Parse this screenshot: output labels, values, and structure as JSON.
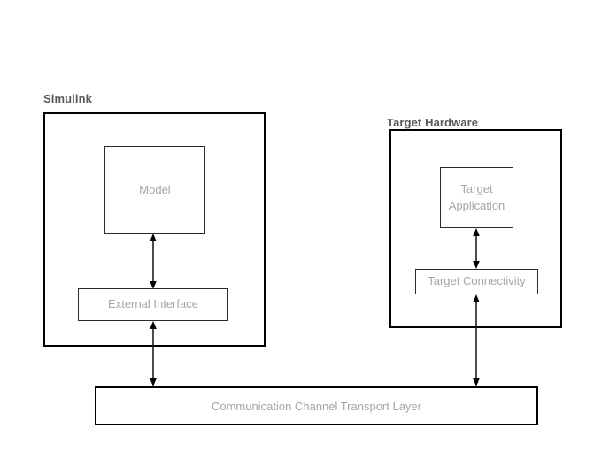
{
  "diagram": {
    "title_groups": [
      {
        "id": "simulink",
        "label": "Simulink"
      },
      {
        "id": "target_hardware",
        "label": "Target Hardware"
      }
    ],
    "blocks": {
      "model": {
        "label": "Model"
      },
      "external_interface": {
        "label": "External Interface"
      },
      "target_application_line1": {
        "label": "Target"
      },
      "target_application_line2": {
        "label": "Application"
      },
      "target_connectivity": {
        "label": "Target Connectivity"
      },
      "transport_layer": {
        "label": "Communication Channel Transport Layer"
      }
    },
    "colors": {
      "outline": "#000000",
      "inner_outline": "#2b2b2b",
      "block_text": "#a9a3a6",
      "group_label_text": "#595959",
      "background": "#ffffff"
    },
    "connectors": [
      {
        "id": "model-to-external-interface",
        "kind": "double-arrow",
        "orientation": "vertical"
      },
      {
        "id": "external-interface-to-transport",
        "kind": "double-arrow",
        "orientation": "vertical"
      },
      {
        "id": "target-application-to-connectivity",
        "kind": "double-arrow",
        "orientation": "vertical"
      },
      {
        "id": "target-connectivity-to-transport",
        "kind": "double-arrow",
        "orientation": "vertical"
      }
    ]
  }
}
